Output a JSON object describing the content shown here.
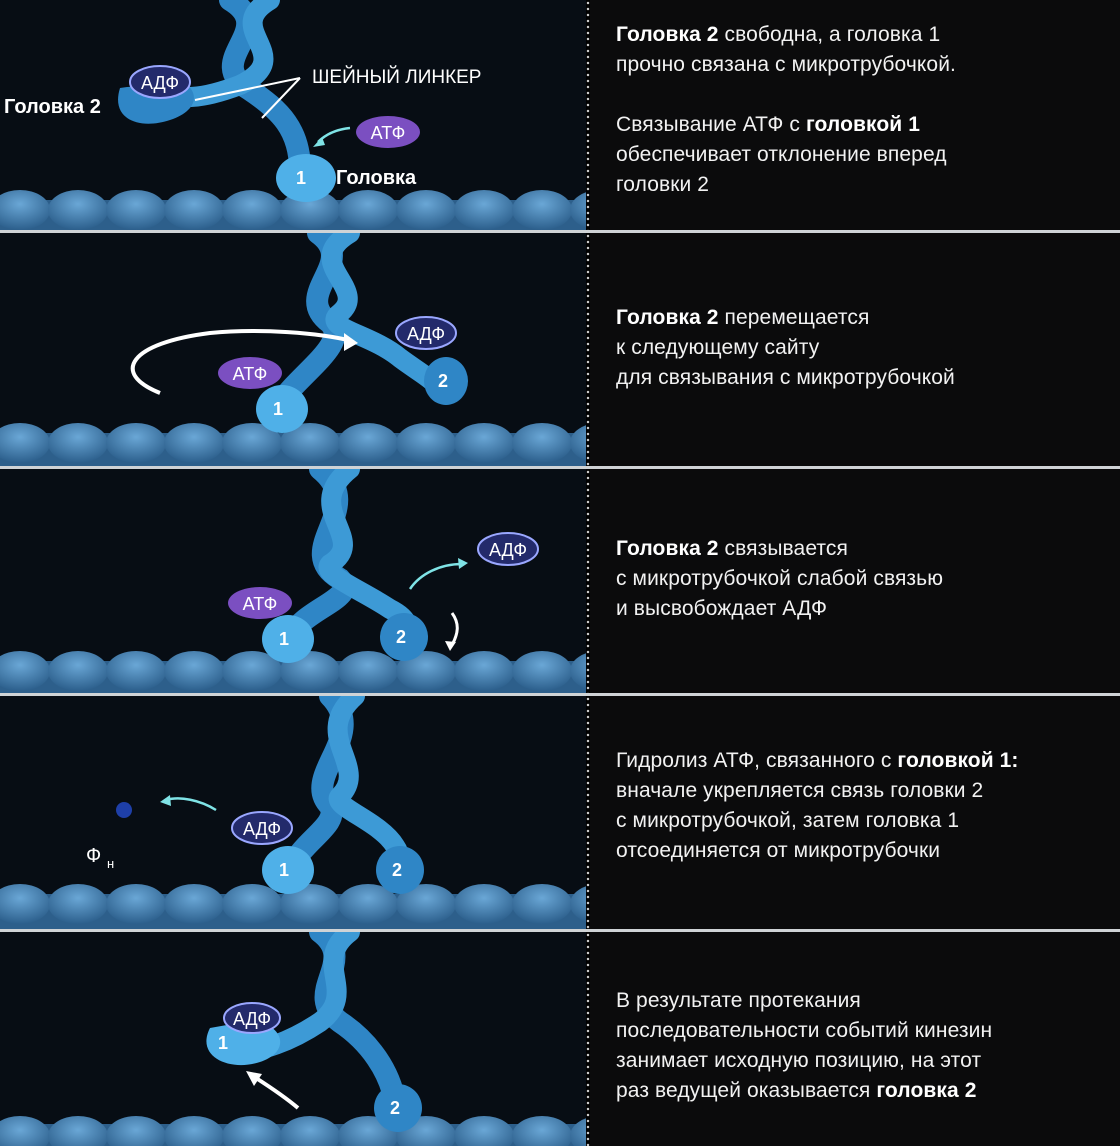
{
  "labels": {
    "neck_linker": "ШЕЙНЫЙ ЛИНКЕР",
    "head_word": "Головка",
    "head_2_label": "Головка 2",
    "adp": "АДФ",
    "atp": "АТФ",
    "head_num_1": "1",
    "head_num_2": "2",
    "phosphate": "Ф",
    "phosphate_sub": "н"
  },
  "steps": [
    {
      "lines": [
        {
          "bold": "Головка 2",
          "text": " свободна, а головка 1"
        },
        {
          "bold": "",
          "text": "прочно связана с микротрубочкой."
        },
        {
          "bold": "",
          "text": ""
        },
        {
          "bold": "",
          "text": "Связывание АТФ с ",
          "bold2": "головкой 1"
        },
        {
          "bold": "",
          "text": "обеспечивает отклонение вперед"
        },
        {
          "bold": "",
          "text": "головки 2"
        }
      ]
    },
    {
      "lines": [
        {
          "bold": "Головка 2",
          "text": " перемещается"
        },
        {
          "bold": "",
          "text": "к следующему сайту"
        },
        {
          "bold": "",
          "text": "для связывания с микротрубочкой"
        }
      ]
    },
    {
      "lines": [
        {
          "bold": "Головка 2",
          "text": " связывается"
        },
        {
          "bold": "",
          "text": "с микротрубочкой слабой связью"
        },
        {
          "bold": "",
          "text": "и высвобождает АДФ"
        }
      ]
    },
    {
      "lines": [
        {
          "bold": "",
          "text": "Гидролиз АТФ, связанного с ",
          "bold2": "головкой 1:"
        },
        {
          "bold": "",
          "text": "вначале укрепляется связь головки 2"
        },
        {
          "bold": "",
          "text": "с микротрубочкой, затем головка 1"
        },
        {
          "bold": "",
          "text": "отсоединяется от микротрубочки"
        }
      ]
    },
    {
      "lines": [
        {
          "bold": "",
          "text": "В результате протекания"
        },
        {
          "bold": "",
          "text": "последовательности событий кинезин"
        },
        {
          "bold": "",
          "text": "занимает исходную позицию, на этот"
        },
        {
          "bold": "",
          "text": "раз ведущей оказывается ",
          "bold2": "головка 2"
        }
      ]
    }
  ],
  "colors": {
    "background": "#000000",
    "kinesin": "#2f86c6",
    "kinesin_light": "#58b6ea",
    "microtubule": "#3f7fb3",
    "atp": "#7b4fc1",
    "adp": "#232a6b",
    "arrow_cyan": "#7fe3e6",
    "text": "#f2f2f2"
  }
}
